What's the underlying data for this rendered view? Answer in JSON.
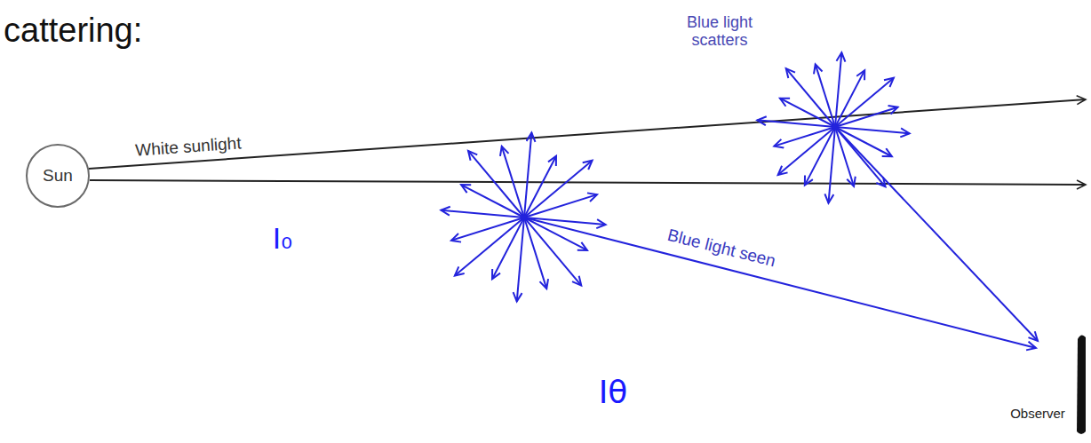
{
  "diagram": {
    "title": "cattering:",
    "nodes": [
      {
        "text": [
          "Sun"
        ]
      }
    ],
    "labels": [
      "Blue light scatters",
      "White sunlight",
      "I₀",
      "Blue light seen",
      "Iθ",
      "Observer"
    ]
  }
}
